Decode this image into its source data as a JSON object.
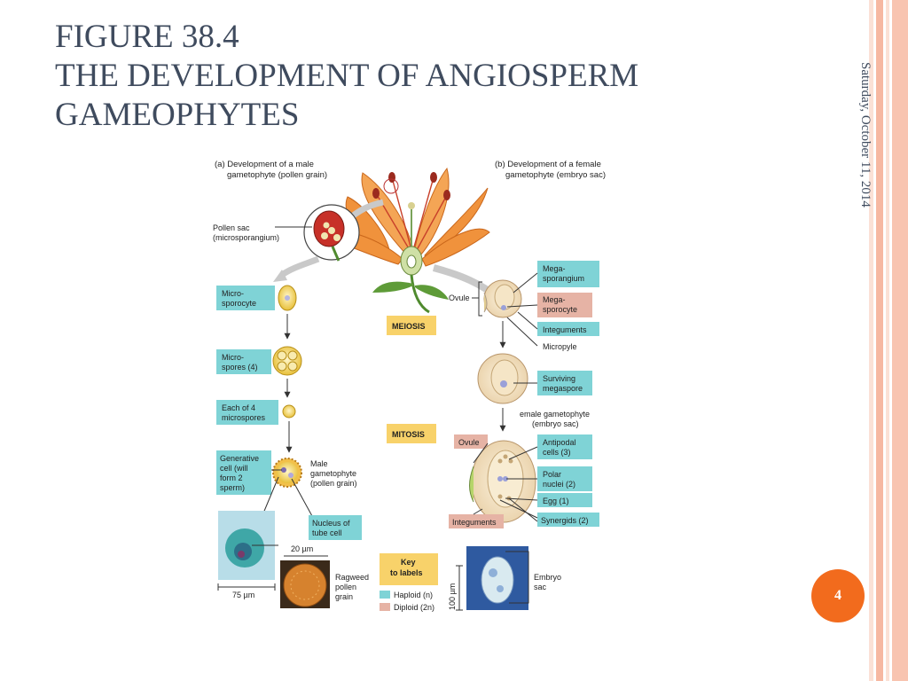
{
  "slide": {
    "title_line1": "FIGURE 38.4",
    "title_line2": "THE DEVELOPMENT OF ANGIOSPERM",
    "title_line3": "GAMEOPHYTES",
    "date": "Saturday, October 11, 2014",
    "page_number": "4"
  },
  "colors": {
    "title": "#3f4b5e",
    "haploid_box": "#7fd3d6",
    "diploid_box": "#e6b3a5",
    "key_box": "#f8d26a",
    "accent": "#f26b1d"
  },
  "figure": {
    "male_heading_1": "(a) Development of a male",
    "male_heading_2": "gametophyte (pollen grain)",
    "female_heading_1": "(b) Development of a female",
    "female_heading_2": "gametophyte (embryo sac)",
    "pollen_sac_1": "Pollen sac",
    "pollen_sac_2": "(microsporangium)",
    "microsporocyte_1": "Micro-",
    "microsporocyte_2": "sporocyte",
    "microspores_1": "Micro-",
    "microspores_2": "spores (4)",
    "each_1": "Each of 4",
    "each_2": "microspores",
    "generative_1": "Generative",
    "generative_2": "cell (will",
    "generative_3": "form 2",
    "generative_4": "sperm)",
    "male_gam_1": "Male",
    "male_gam_2": "gametophyte",
    "male_gam_3": "(pollen grain)",
    "nucleus_1": "Nucleus of",
    "nucleus_2": "tube cell",
    "scale_20": "20 µm",
    "scale_75": "75 µm",
    "ragweed_1": "Ragweed",
    "ragweed_2": "pollen",
    "ragweed_3": "grain",
    "meiosis": "MEIOSIS",
    "mitosis": "MITOSIS",
    "key_1": "Key",
    "key_2": "to labels",
    "haploid": "Haploid (n)",
    "diploid": "Diploid (2n)",
    "ovule": "Ovule",
    "megasporangium_1": "Mega-",
    "megasporangium_2": "sporangium",
    "megasporocyte_1": "Mega-",
    "megasporocyte_2": "sporocyte",
    "integuments": "Integuments",
    "micropyle": "Micropyle",
    "surviving_1": "Surviving",
    "surviving_2": "megaspore",
    "female_gam_1": "emale gametophyte",
    "female_gam_2": "(embryo sac)",
    "ovule2": "Ovule",
    "antipodal_1": "Antipodal",
    "antipodal_2": "cells (3)",
    "polar_1": "Polar",
    "polar_2": "nuclei (2)",
    "egg": "Egg (1)",
    "integuments2": "Integuments",
    "synergids": "Synergids (2)",
    "scale_100": "100 µm",
    "embryo_1": "Embryo",
    "embryo_2": "sac"
  }
}
